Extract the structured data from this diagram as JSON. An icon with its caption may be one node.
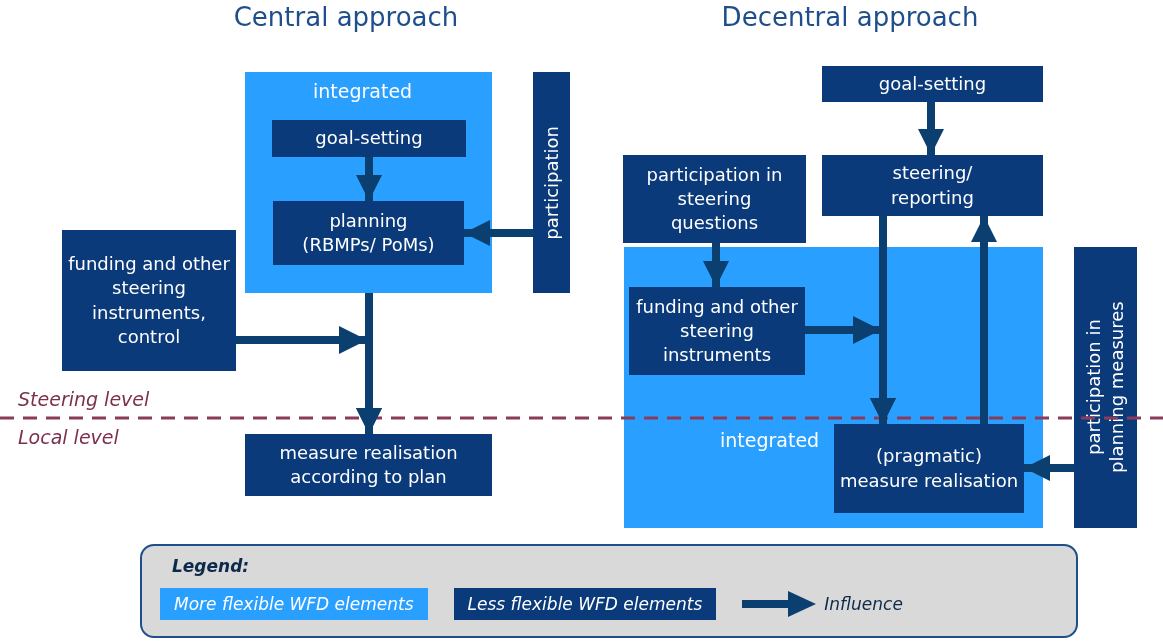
{
  "diagram": {
    "nodes": [
      {
        "text": [
          "integrated"
        ]
      },
      {
        "text": [
          "goal-setting"
        ],
        "in": 0
      },
      {
        "text": [
          "planning (RBMPs/ PoMs)"
        ],
        "in": 0
      },
      {
        "text": [
          "participation"
        ]
      },
      {
        "text": [
          "funding and other steering instruments, control"
        ]
      },
      {
        "text": [
          "measure realisation according to plan"
        ]
      },
      {
        "text": [
          "goal-setting"
        ]
      },
      {
        "text": [
          "participation in steering questions"
        ]
      },
      {
        "text": [
          "steering/ reporting"
        ]
      },
      {
        "text": [
          "integrated"
        ]
      },
      {
        "text": [
          "funding and other steering instruments"
        ],
        "in": 9
      },
      {
        "text": [
          "(pragmatic) measure realisation"
        ],
        "in": 9
      },
      {
        "text": [
          "participation in planning measures"
        ]
      }
    ],
    "edges": [
      {
        "from": 1,
        "to": 2,
        "arrow": "to"
      },
      {
        "from": 3,
        "to": 2,
        "arrow": "to"
      },
      {
        "from": 0,
        "to": 5,
        "arrow": "to"
      },
      {
        "from": 4,
        "to": 5,
        "arrow": "to"
      },
      {
        "from": 6,
        "to": 8,
        "arrow": "to"
      },
      {
        "from": 7,
        "to": 10,
        "arrow": "to"
      },
      {
        "from": 8,
        "to": 11,
        "arrow": "to"
      },
      {
        "from": 10,
        "to": 11,
        "arrow": "to"
      },
      {
        "from": 11,
        "to": 8,
        "arrow": "to"
      },
      {
        "from": 12,
        "to": 11,
        "arrow": "to"
      }
    ],
    "labels": [
      "Central approach",
      "Decentral approach",
      "Steering level",
      "Local level",
      "Legend:"
    ],
    "legend": [
      {
        "text": "More flexible WFD elements",
        "color": "#29a0ff"
      },
      {
        "text": "Less flexible WFD elements",
        "color": "#0b3a7a"
      },
      {
        "text": "Influence"
      }
    ]
  }
}
